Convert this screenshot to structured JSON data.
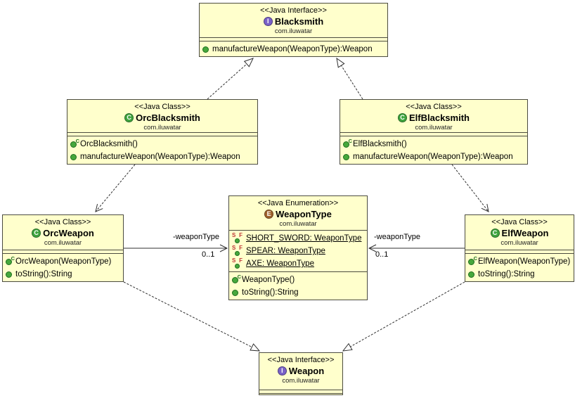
{
  "colors": {
    "box_fill": "#ffffcc",
    "box_border": "#4b4b40",
    "line": "#2f2f2f",
    "interface_icon": "#7a62c8",
    "class_icon": "#3fa53f",
    "enum_icon": "#a0622d",
    "method_icon": "#46a83c",
    "static_final_letters": "#bf3535"
  },
  "blacksmith": {
    "stereotype": "<<Java Interface>>",
    "icon_letter": "I",
    "name": "Blacksmith",
    "package": "com.iluwatar",
    "methods": {
      "m1": "manufactureWeapon(WeaponType):Weapon"
    }
  },
  "orc_blacksmith": {
    "stereotype": "<<Java Class>>",
    "icon_letter": "C",
    "name": "OrcBlacksmith",
    "package": "com.iluwatar",
    "methods": {
      "m1": "OrcBlacksmith()",
      "m2": "manufactureWeapon(WeaponType):Weapon"
    }
  },
  "elf_blacksmith": {
    "stereotype": "<<Java Class>>",
    "icon_letter": "C",
    "name": "ElfBlacksmith",
    "package": "com.iluwatar",
    "methods": {
      "m1": "ElfBlacksmith()",
      "m2": "manufactureWeapon(WeaponType):Weapon"
    }
  },
  "weapon_type": {
    "stereotype": "<<Java Enumeration>>",
    "icon_letter": "E",
    "name": "WeaponType",
    "package": "com.iluwatar",
    "fields": {
      "f1": "SHORT_SWORD: WeaponType",
      "f2": "SPEAR: WeaponType",
      "f3": "AXE: WeaponType"
    },
    "methods": {
      "m1": "WeaponType()",
      "m2": "toString():String"
    }
  },
  "orc_weapon": {
    "stereotype": "<<Java Class>>",
    "icon_letter": "C",
    "name": "OrcWeapon",
    "package": "com.iluwatar",
    "methods": {
      "m1": "OrcWeapon(WeaponType)",
      "m2": "toString():String"
    }
  },
  "elf_weapon": {
    "stereotype": "<<Java Class>>",
    "icon_letter": "C",
    "name": "ElfWeapon",
    "package": "com.iluwatar",
    "methods": {
      "m1": "ElfWeapon(WeaponType)",
      "m2": "toString():String"
    }
  },
  "weapon": {
    "stereotype": "<<Java Interface>>",
    "icon_letter": "I",
    "name": "Weapon",
    "package": "com.iluwatar"
  },
  "associations": {
    "left": {
      "role": "-weaponType",
      "multiplicity": "0..1"
    },
    "right": {
      "role": "-weaponType",
      "multiplicity": "0..1"
    }
  }
}
